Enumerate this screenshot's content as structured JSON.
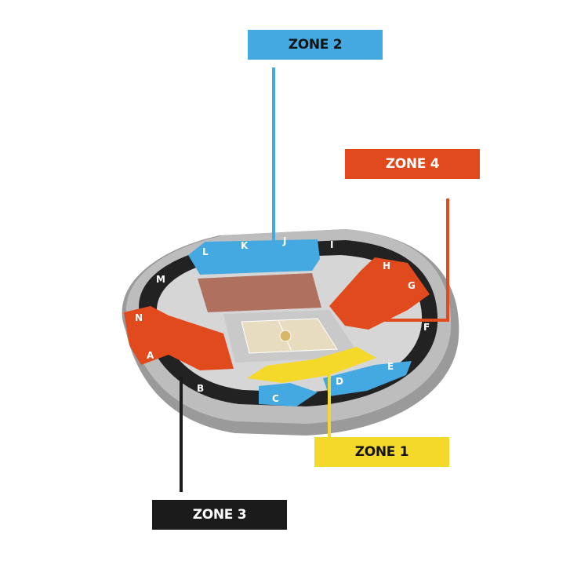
{
  "zones": {
    "zone1": {
      "label": "ZONE 1",
      "color": "#f4d92a"
    },
    "zone2": {
      "label": "ZONE 2",
      "color": "#44a9e0"
    },
    "zone3": {
      "label": "ZONE 3",
      "color": "#1b1b1b"
    },
    "zone4": {
      "label": "ZONE 4",
      "color": "#e04a1c"
    }
  },
  "sections": {
    "a": "A",
    "b": "B",
    "c": "C",
    "d": "D",
    "e": "E",
    "f": "F",
    "g": "G",
    "h": "H",
    "i": "I",
    "j": "J",
    "k": "K",
    "l": "L",
    "m": "M",
    "n": "N"
  }
}
